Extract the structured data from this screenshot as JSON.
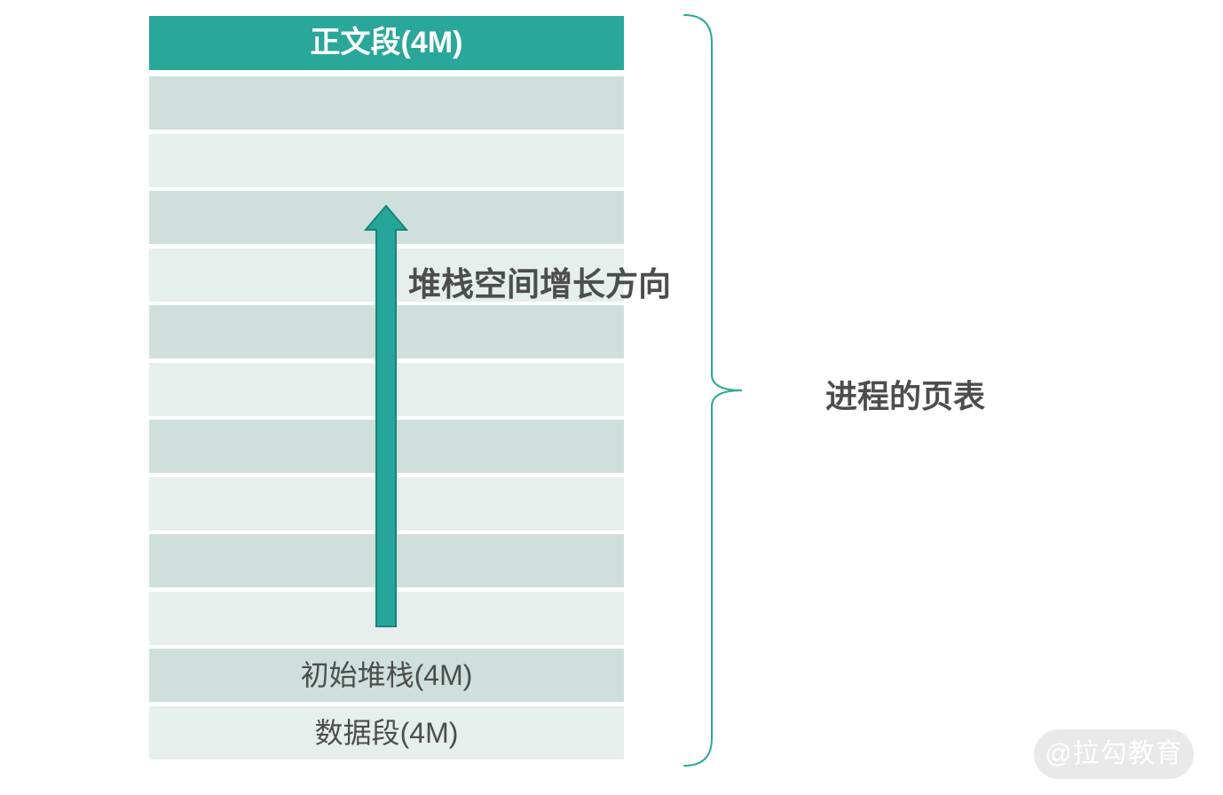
{
  "colors": {
    "teal": "#2aa79b",
    "arrow_fill": "#26a69a",
    "arrow_stroke": "#1a8279",
    "row_dark": "#cfe0dc",
    "row_light": "#e7efec",
    "text_dark": "#4d4d4d",
    "watermark_bg": "#e9e9e9",
    "watermark_text": "#fefefe"
  },
  "table": {
    "header": "正文段(4M)",
    "rows": [
      {
        "shade": "dark",
        "label": ""
      },
      {
        "shade": "light",
        "label": ""
      },
      {
        "shade": "dark",
        "label": ""
      },
      {
        "shade": "light",
        "label": ""
      },
      {
        "shade": "dark",
        "label": ""
      },
      {
        "shade": "light",
        "label": ""
      },
      {
        "shade": "dark",
        "label": ""
      },
      {
        "shade": "light",
        "label": ""
      },
      {
        "shade": "dark",
        "label": ""
      },
      {
        "shade": "light",
        "label": ""
      },
      {
        "shade": "dark",
        "label": "初始堆栈(4M)"
      },
      {
        "shade": "light",
        "label": "数据段(4M)"
      }
    ]
  },
  "annotations": {
    "arrow_label": "堆栈空间增长方向",
    "brace_label": "进程的页表"
  },
  "watermark": "@拉勾教育"
}
